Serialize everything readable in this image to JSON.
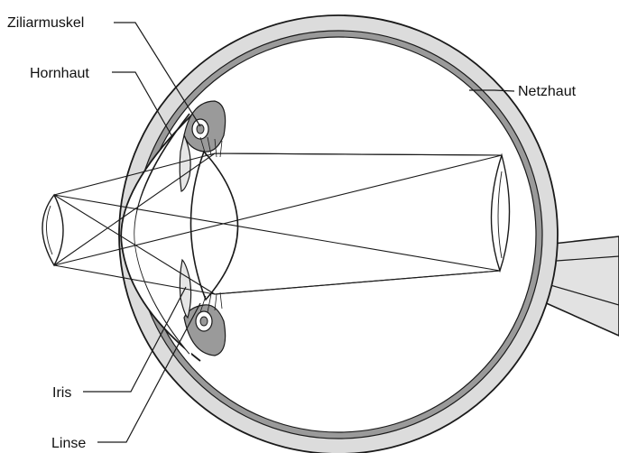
{
  "labels": {
    "ciliary_muscle": "Ziliarmuskel",
    "cornea": "Hornhaut",
    "retina": "Netzhaut",
    "iris": "Iris",
    "lens": "Linse"
  },
  "colors": {
    "background": "#ffffff",
    "outline": "#1a1a1a",
    "sclera_fill": "#dcdcdc",
    "choroid_fill": "#9a9a9a",
    "ray": "#1a1a1a"
  }
}
